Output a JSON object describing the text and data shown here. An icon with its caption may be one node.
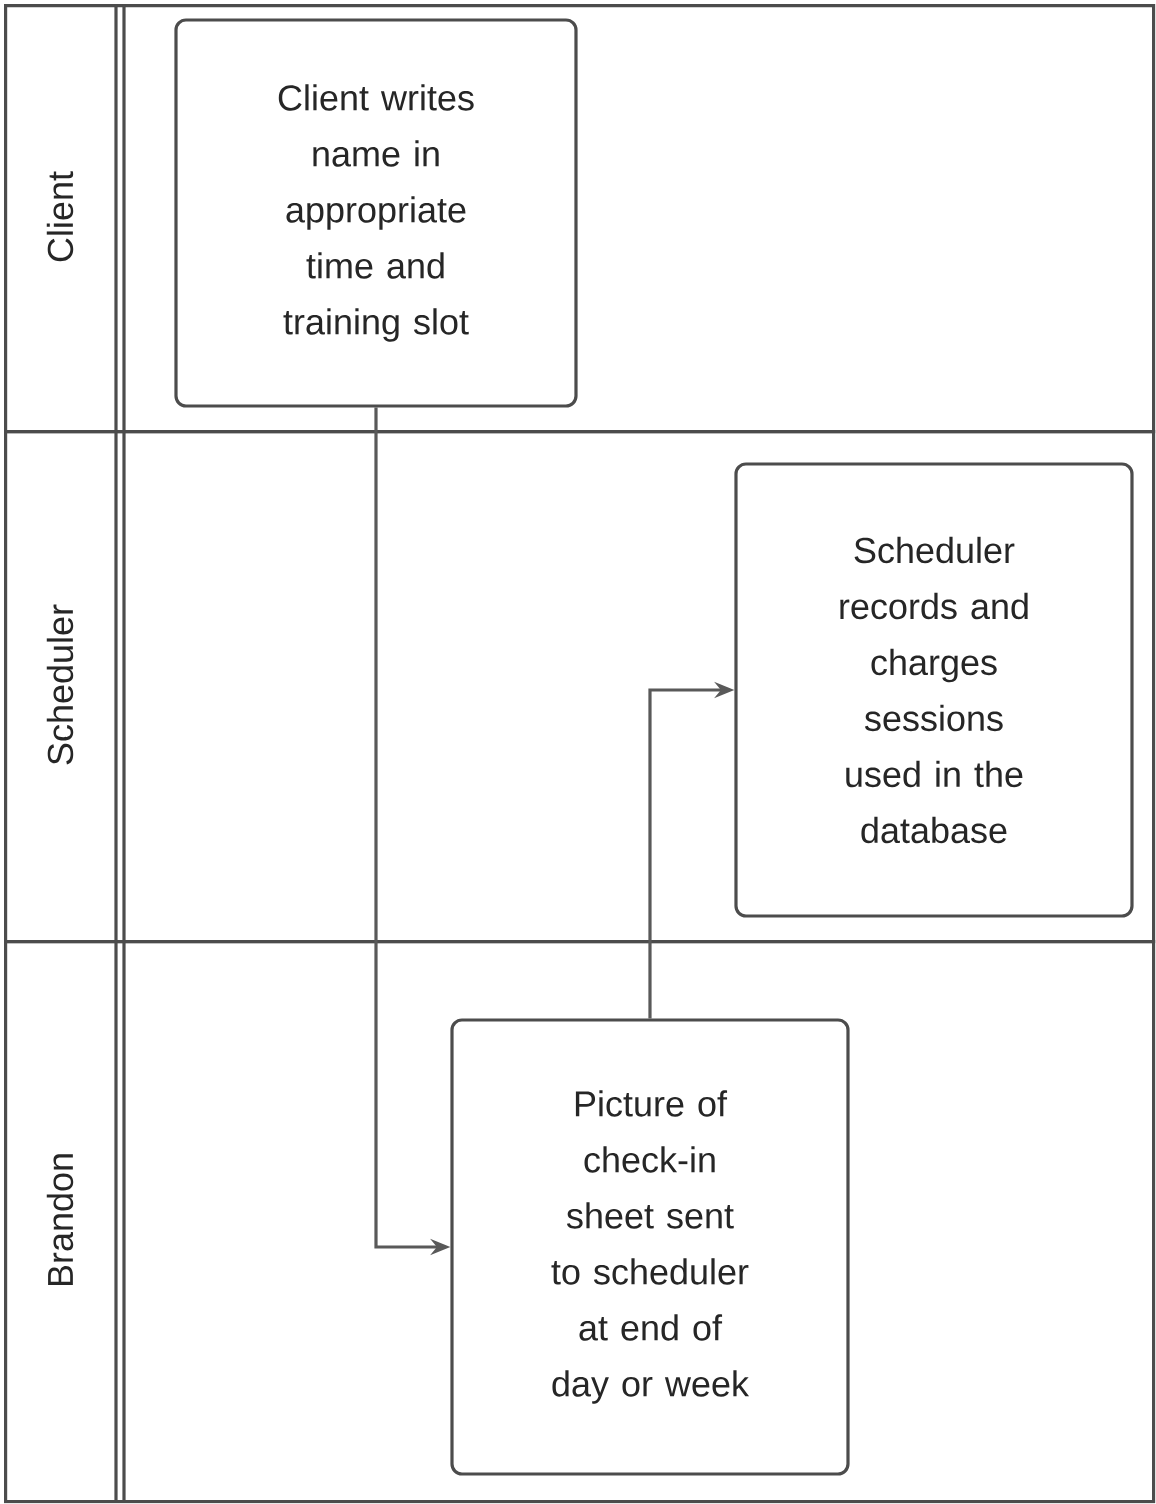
{
  "diagram": {
    "nodes": [
      {
        "text": [
          "Client"
        ]
      },
      {
        "text": [
          "Client writes name in appropriate time and training slot"
        ],
        "in": 0
      },
      {
        "text": [
          "Scheduler"
        ]
      },
      {
        "text": [
          "Scheduler records and charges sessions used in the database"
        ],
        "in": 2
      },
      {
        "text": [
          "Brandon"
        ]
      },
      {
        "text": [
          "Picture of check-in sheet sent to scheduler at end of day or week"
        ],
        "in": 4
      }
    ],
    "edges": [
      {
        "from": 1,
        "to": 5,
        "arrow": "to"
      },
      {
        "from": 5,
        "to": 3,
        "arrow": "to"
      }
    ]
  }
}
